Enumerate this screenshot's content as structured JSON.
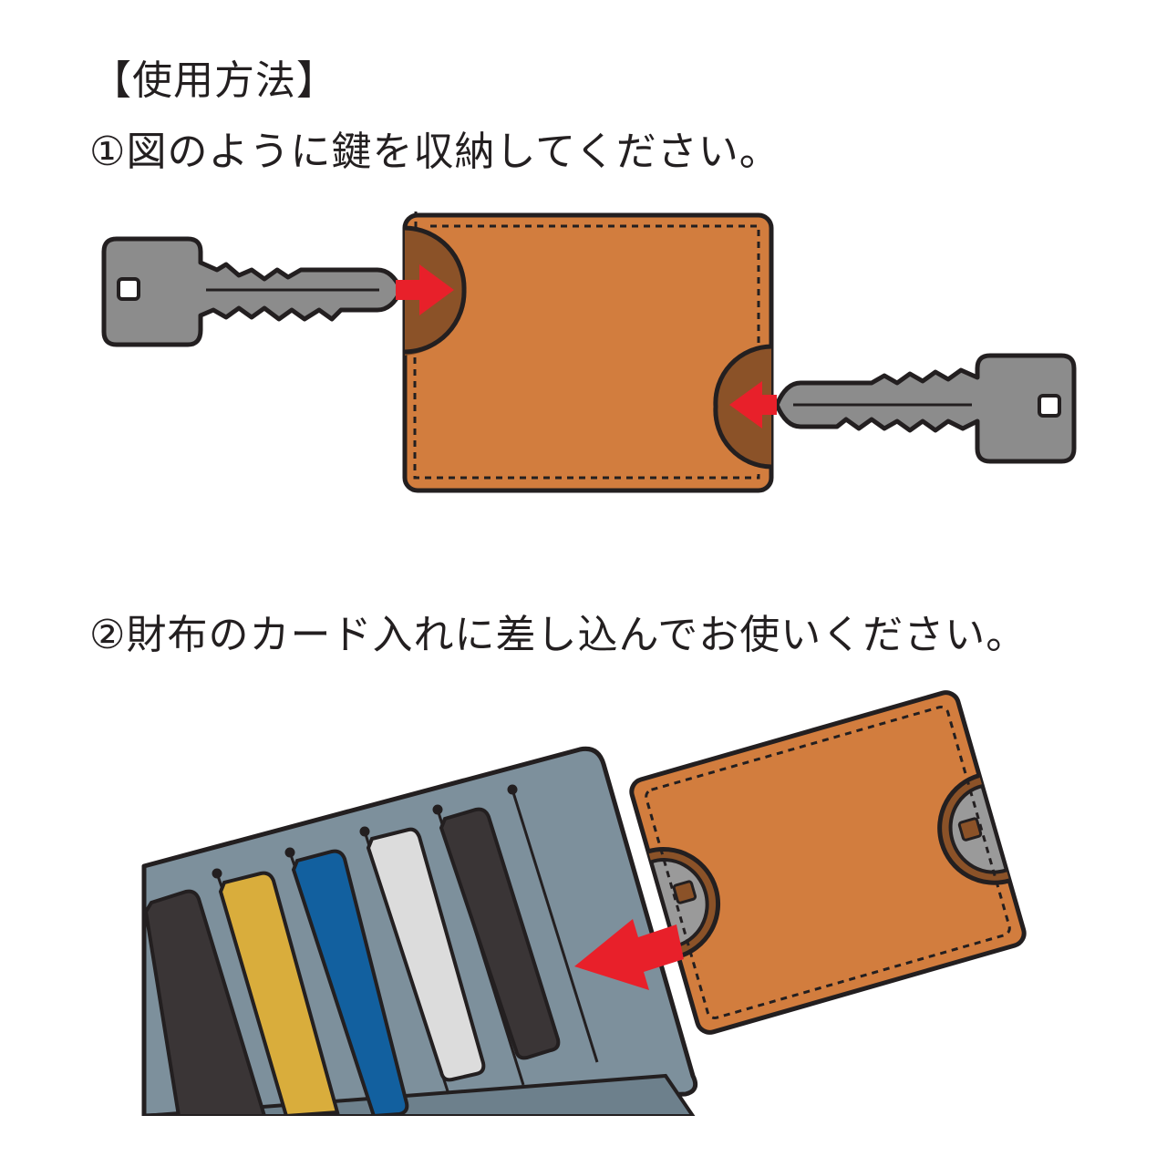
{
  "heading": "【使用方法】",
  "steps": [
    {
      "text": "①図のように鍵を収納してください。"
    },
    {
      "text": "②財布のカード入れに差し込んでお使いください。"
    }
  ],
  "colors": {
    "leather": "#d27d3e",
    "leather_pocket": "#8b5228",
    "key_gray": "#8c8c8c",
    "arrow_red": "#e8202a",
    "wallet_gray": "#7d909c",
    "outline": "#231f20",
    "card_black": "#3a3536",
    "card_gold": "#d9ad3c",
    "card_blue": "#12609f",
    "card_white": "#dcdcdc"
  },
  "icons": [
    "key-icon",
    "leather-key-case-icon",
    "insert-arrow-icon",
    "wallet-icon",
    "card-icon"
  ]
}
